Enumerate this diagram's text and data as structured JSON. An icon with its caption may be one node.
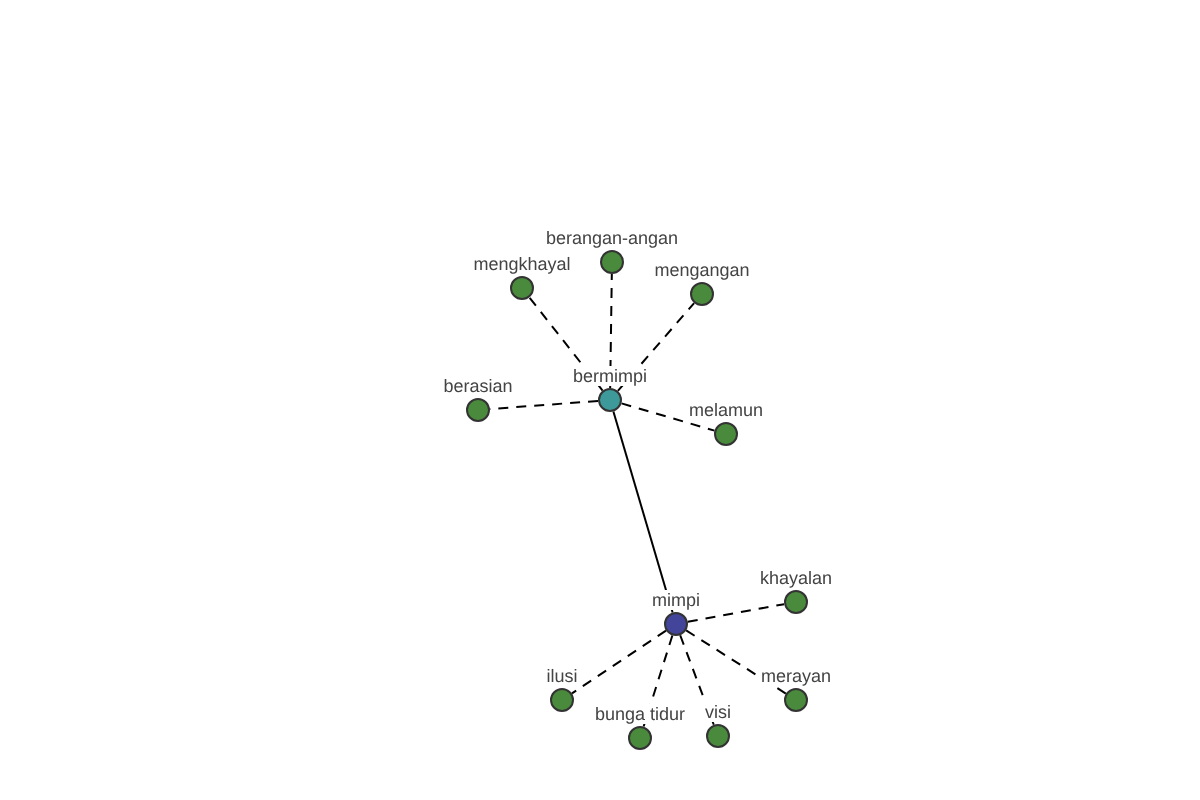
{
  "diagram": {
    "nodes": [
      {
        "text": [
          "bermimpi"
        ]
      },
      {
        "text": [
          "mengkhayal"
        ]
      },
      {
        "text": [
          "berangan-angan"
        ]
      },
      {
        "text": [
          "mengangan"
        ]
      },
      {
        "text": [
          "berasian"
        ]
      },
      {
        "text": [
          "melamun"
        ]
      },
      {
        "text": [
          "mimpi"
        ]
      },
      {
        "text": [
          "khayalan"
        ]
      },
      {
        "text": [
          "ilusi"
        ]
      },
      {
        "text": [
          "bunga tidur"
        ]
      },
      {
        "text": [
          "visi"
        ]
      },
      {
        "text": [
          "merayan"
        ]
      }
    ],
    "edges": [
      {
        "from": 0,
        "to": 1,
        "arrow": "none",
        "style": "dashed"
      },
      {
        "from": 0,
        "to": 2,
        "arrow": "none",
        "style": "dashed"
      },
      {
        "from": 0,
        "to": 3,
        "arrow": "none",
        "style": "dashed"
      },
      {
        "from": 0,
        "to": 4,
        "arrow": "none",
        "style": "dashed"
      },
      {
        "from": 0,
        "to": 5,
        "arrow": "none",
        "style": "dashed"
      },
      {
        "from": 0,
        "to": 6,
        "arrow": "none"
      },
      {
        "from": 6,
        "to": 7,
        "arrow": "none",
        "style": "dashed"
      },
      {
        "from": 6,
        "to": 8,
        "arrow": "none",
        "style": "dashed"
      },
      {
        "from": 6,
        "to": 9,
        "arrow": "none",
        "style": "dashed"
      },
      {
        "from": 6,
        "to": 10,
        "arrow": "none",
        "style": "dashed"
      },
      {
        "from": 6,
        "to": 11,
        "arrow": "none",
        "style": "dashed"
      }
    ]
  }
}
